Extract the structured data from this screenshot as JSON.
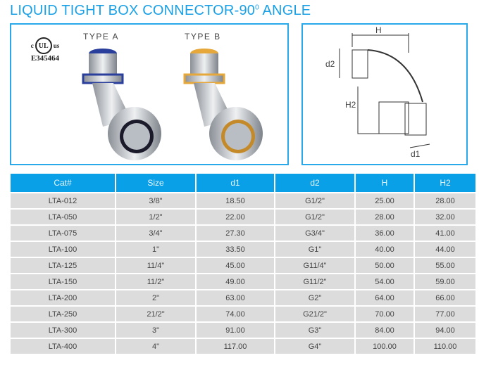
{
  "title": {
    "text": "LIQUID TIGHT BOX CONNECTOR-90",
    "degree": "0",
    "suffix": " ANGLE"
  },
  "product_panel": {
    "certification": {
      "left": "c",
      "center": "UL",
      "right": "us",
      "number": "E345464"
    },
    "types": [
      {
        "label": "TYPE A",
        "seal_color": "#2a3f9c"
      },
      {
        "label": "TYPE B",
        "seal_color": "#e6a83a"
      }
    ]
  },
  "diagram_panel": {
    "labels": {
      "H": "H",
      "d2": "d2",
      "H2": "H2",
      "d1": "d1"
    }
  },
  "table": {
    "headers": [
      "Cat#",
      "Size",
      "d1",
      "d2",
      "H",
      "H2"
    ],
    "rows": [
      [
        "LTA-012",
        "3/8\"",
        "18.50",
        "G1/2\"",
        "25.00",
        "28.00"
      ],
      [
        "LTA-050",
        "1/2\"",
        "22.00",
        "G1/2\"",
        "28.00",
        "32.00"
      ],
      [
        "LTA-075",
        "3/4\"",
        "27.30",
        "G3/4\"",
        "36.00",
        "41.00"
      ],
      [
        "LTA-100",
        "1\"",
        "33.50",
        "G1\"",
        "40.00",
        "44.00"
      ],
      [
        "LTA-125",
        "11/4\"",
        "45.00",
        "G11/4\"",
        "50.00",
        "55.00"
      ],
      [
        "LTA-150",
        "11/2\"",
        "49.00",
        "G11/2\"",
        "54.00",
        "59.00"
      ],
      [
        "LTA-200",
        "2\"",
        "63.00",
        "G2\"",
        "64.00",
        "66.00"
      ],
      [
        "LTA-250",
        "21/2\"",
        "74.00",
        "G21/2\"",
        "70.00",
        "77.00"
      ],
      [
        "LTA-300",
        "3\"",
        "91.00",
        "G3\"",
        "84.00",
        "94.00"
      ],
      [
        "LTA-400",
        "4\"",
        "117.00",
        "G4\"",
        "100.00",
        "110.00"
      ]
    ]
  },
  "colors": {
    "accent": "#1aa0e6",
    "header_bg": "#0aa0e8",
    "row_bg": "#dcdcdc"
  }
}
